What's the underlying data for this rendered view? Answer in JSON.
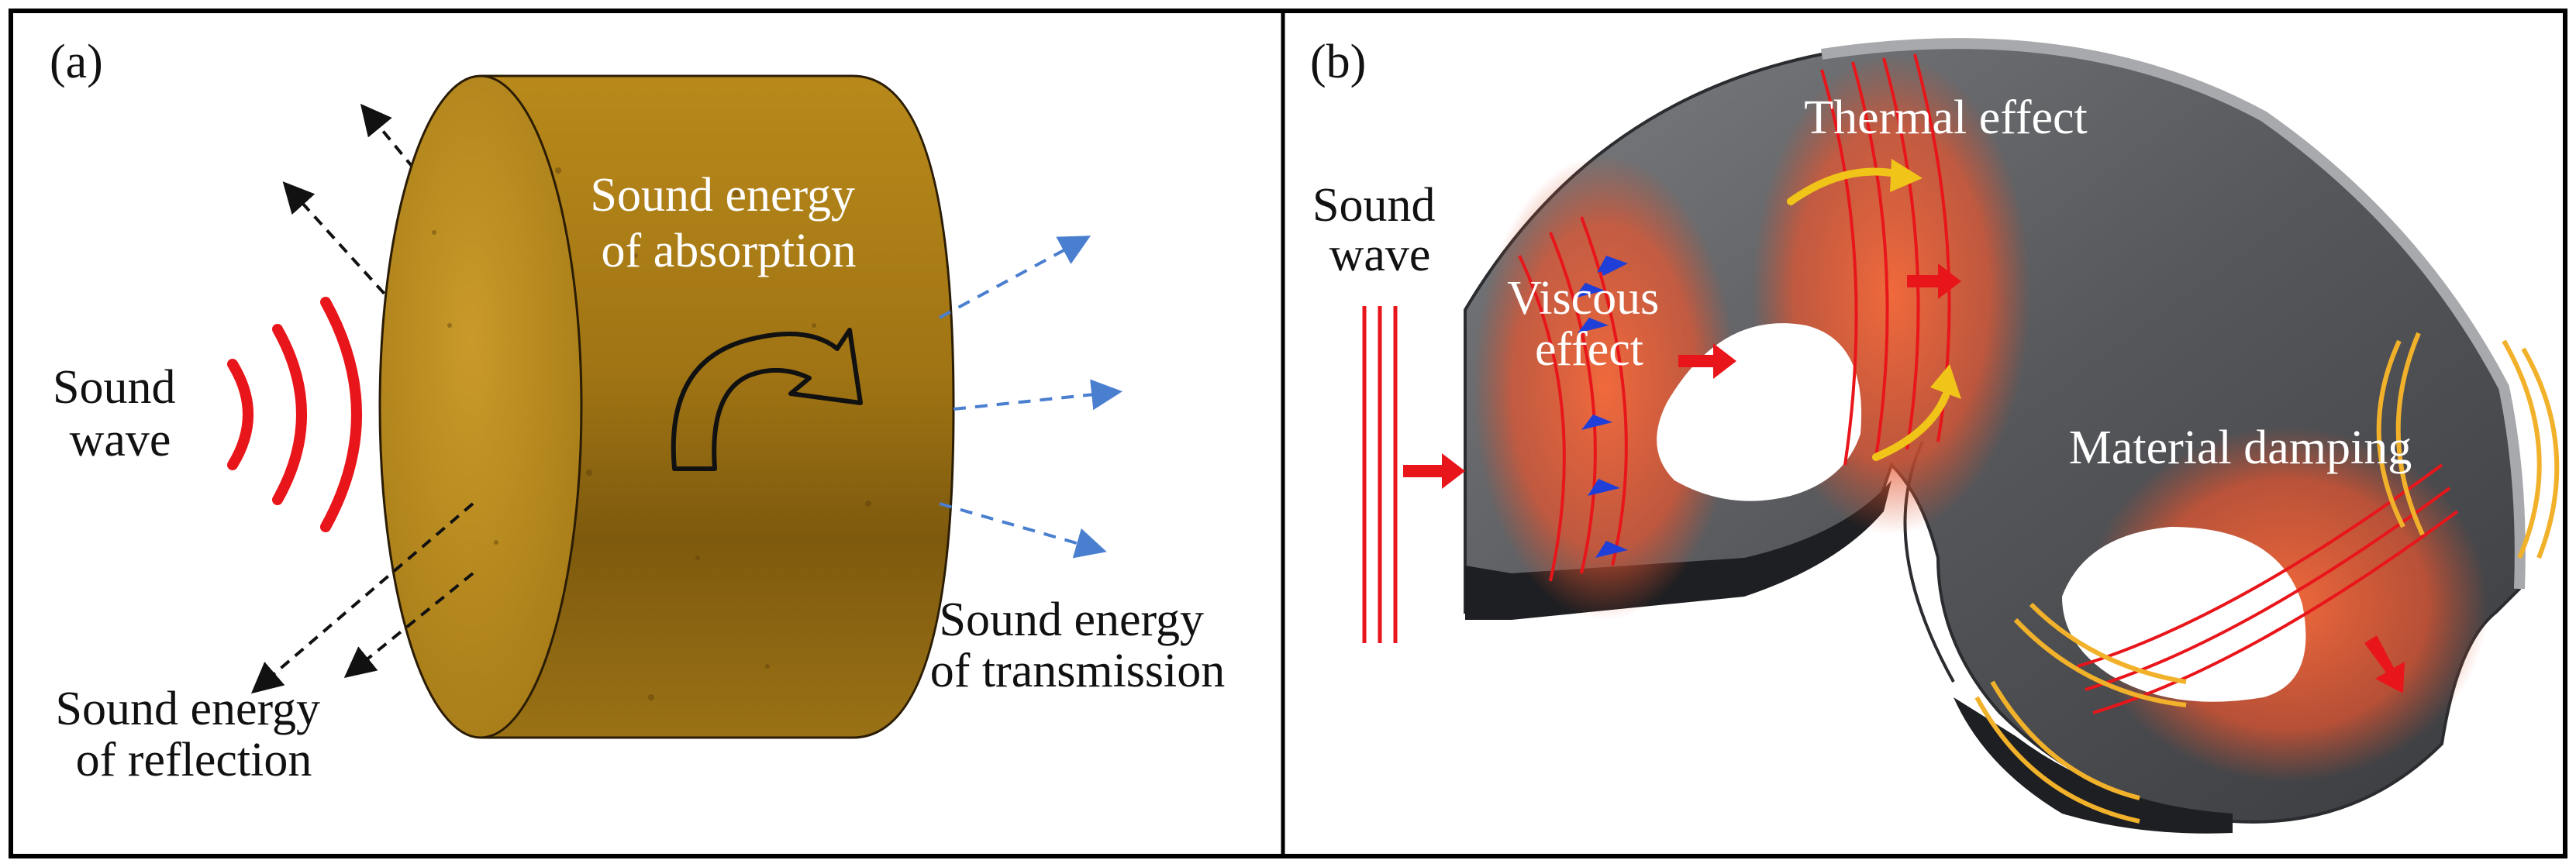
{
  "panel_a": {
    "label": "(a)",
    "sound_wave": [
      "Sound",
      "wave"
    ],
    "absorption": [
      "Sound energy",
      "of absorption"
    ],
    "transmission": [
      "Sound energy",
      "of transmission"
    ],
    "reflection": [
      "Sound energy",
      "of reflection"
    ]
  },
  "panel_b": {
    "label": "(b)",
    "sound_wave": [
      "Sound",
      "wave"
    ],
    "thermal": "Thermal effect",
    "viscous": [
      "Viscous",
      "effect"
    ],
    "damping": "Material damping"
  },
  "colors": {
    "wave_red": "#e8161b",
    "cylinder": "#b88a18",
    "dash_blue": "#4a7fd0",
    "shell_gray": "#5e6064",
    "heat": "#f26a3c",
    "arrow_blue": "#1f3fd8",
    "arrow_yellow": "#f0c419",
    "vibration": "#f2b12a"
  }
}
